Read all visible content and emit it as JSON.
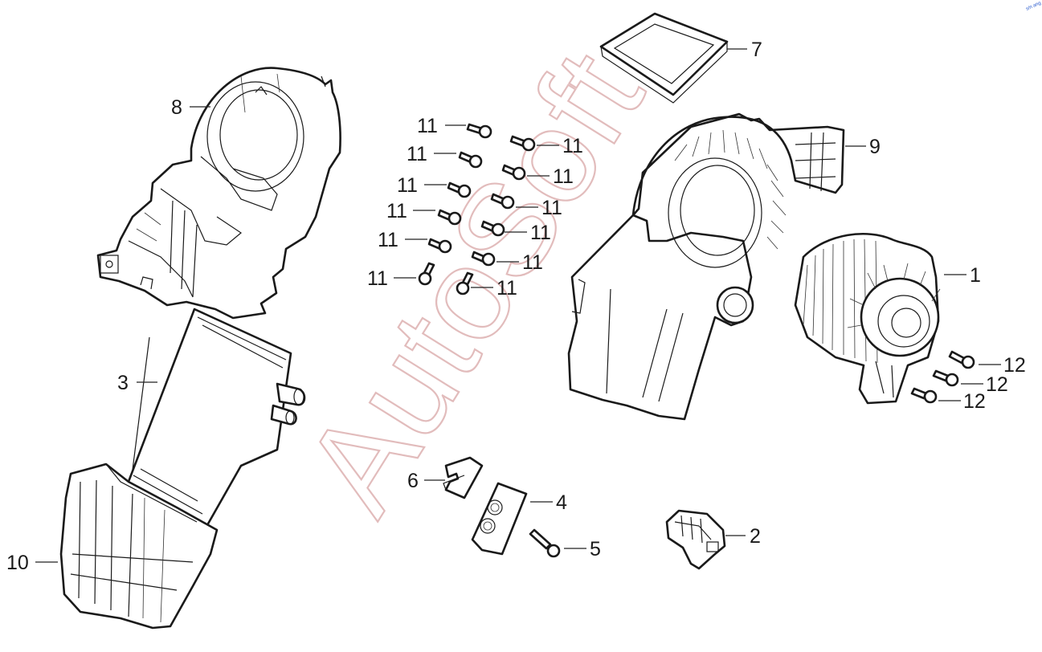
{
  "watermark": "AutoSoft",
  "corner_mark": "s/n ang",
  "callouts": [
    {
      "id": "c8",
      "label": "8"
    },
    {
      "id": "c7",
      "label": "7"
    },
    {
      "id": "c9",
      "label": "9"
    },
    {
      "id": "c1",
      "label": "1"
    },
    {
      "id": "c3",
      "label": "3"
    },
    {
      "id": "c10",
      "label": "10"
    },
    {
      "id": "c6",
      "label": "6"
    },
    {
      "id": "c4",
      "label": "4"
    },
    {
      "id": "c5",
      "label": "5"
    },
    {
      "id": "c2",
      "label": "2"
    },
    {
      "id": "c12a",
      "label": "12"
    },
    {
      "id": "c12b",
      "label": "12"
    },
    {
      "id": "c12c",
      "label": "12"
    },
    {
      "id": "c11a",
      "label": "11"
    },
    {
      "id": "c11b",
      "label": "11"
    },
    {
      "id": "c11c",
      "label": "11"
    },
    {
      "id": "c11d",
      "label": "11"
    },
    {
      "id": "c11e",
      "label": "11"
    },
    {
      "id": "c11f",
      "label": "11"
    },
    {
      "id": "c11g",
      "label": "11"
    },
    {
      "id": "c11h",
      "label": "11"
    },
    {
      "id": "c11i",
      "label": "11"
    },
    {
      "id": "c11j",
      "label": "11"
    },
    {
      "id": "c11k",
      "label": "11"
    },
    {
      "id": "c11l",
      "label": "11"
    }
  ]
}
